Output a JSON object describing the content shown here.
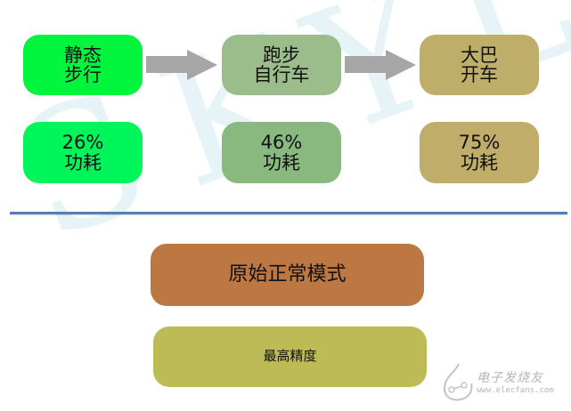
{
  "watermark": "SKYLAB",
  "flow": {
    "stages": [
      {
        "label": "静态\n步行",
        "color": "#00f53c"
      },
      {
        "label": "跑步\n自行车",
        "color": "#9bbd8c"
      },
      {
        "label": "大巴\n开车",
        "color": "#bfae6a"
      }
    ],
    "power": [
      {
        "label": "26%\n功耗",
        "color": "#00f55a"
      },
      {
        "label": "46%\n功耗",
        "color": "#8ab97f"
      },
      {
        "label": "75%\n功耗",
        "color": "#bfad69"
      }
    ],
    "arrow_color": "#a6a6a6"
  },
  "divider_color": "#4f7fbd",
  "modes": {
    "mode": {
      "label": "原始正常模式",
      "color": "#bd7742"
    },
    "precision": {
      "label": "最高精度",
      "color": "#bdbb55"
    }
  },
  "logo": {
    "name": "电子发烧友",
    "url_text": "www.elecfans.com"
  }
}
